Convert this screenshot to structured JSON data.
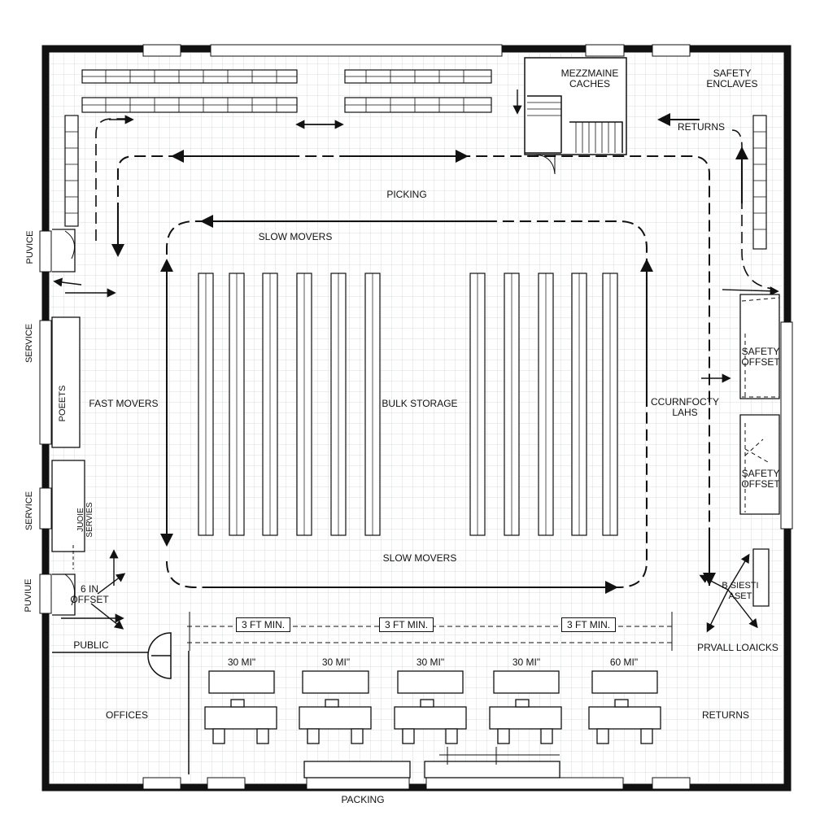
{
  "labels": {
    "mezzanine": "MEZZMAINE\nCACHES",
    "safety_enclaves": "SAFETY\nENCLAVES",
    "returns_top": "RETURNS",
    "picking": "PICKING",
    "slow_movers_top": "SLOW MOVERS",
    "slow_movers_bottom": "SLOW MOVERS",
    "fast_movers": "FAST MOVERS",
    "bulk_storage": "BULK STORAGE",
    "corridor_lanes": "CCURNFOCTY\nLAHS",
    "safety_offset_1": "SAFETY\nOFFSET",
    "safety_offset_2": "SAFETY\nOFFSET",
    "offset_left": "6 IN\nOFFSET",
    "offset_right": "B SIESTI\nASET",
    "public": "PUBLIC",
    "prvall_loaicks": "PRVALL LOAICKS",
    "offices": "OFFICES",
    "returns_bottom": "RETURNS",
    "packing": "PACKING",
    "side_puvice_top": "PUVICE",
    "side_service_1": "SERVICE",
    "side_poeets": "POEETS",
    "side_service_2": "SERVICE",
    "side_service_small": "JUOIE\nSERVIES",
    "side_puviue_bottom": "PUVIUE",
    "min_1": "3 FT MIN.",
    "min_2": "3 FT MIN.",
    "min_3": "3 FT MIN.",
    "dock_1": "30 MI\"",
    "dock_2": "30 MI\"",
    "dock_3": "30 MI\"",
    "dock_4": "30 MI\"",
    "dock_5": "60 MI\""
  }
}
